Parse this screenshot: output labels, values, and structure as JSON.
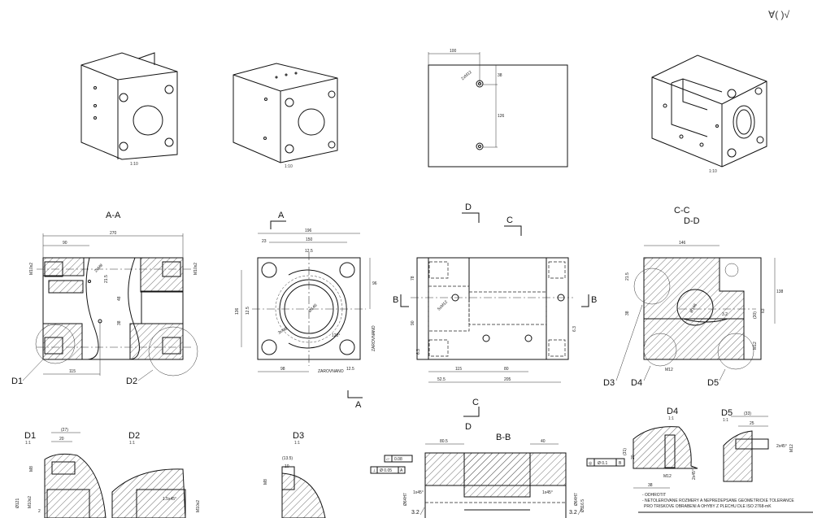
{
  "corner_symbol": "∀( )√",
  "iso_views": [
    {
      "scale": "1:10"
    },
    {
      "scale": "1:10"
    },
    {
      "scale": "1:10"
    }
  ],
  "top_view": {
    "dims": [
      "100",
      "38",
      "126"
    ],
    "hole_label": "2xM12"
  },
  "section_aa": {
    "title": "A-A",
    "dims": [
      "270",
      "90",
      "115",
      "M10x2",
      "M10x2",
      "21.5",
      "48",
      "38",
      "2xM8"
    ],
    "details": [
      "D1",
      "D2"
    ]
  },
  "front_view": {
    "marker": "A",
    "dims": [
      "196",
      "150",
      "23",
      "96",
      "136",
      "98",
      "Ø146",
      "120°",
      "12.5",
      "12.5",
      "12.5",
      "3xM8"
    ],
    "notes": [
      "ZAROVNANO",
      "ZAROVNANO"
    ]
  },
  "side_view": {
    "markers": {
      "d": "D",
      "c": "C",
      "b_left": "B",
      "b_right": "B",
      "c_bottom": "C",
      "d_bottom": "D",
      "a_bottom": "A"
    },
    "dims": [
      "115",
      "80",
      "52.5",
      "205",
      "78",
      "90",
      "6.3",
      "6.3",
      "5xM12"
    ]
  },
  "section_cc": {
    "title": "C-C",
    "subtitle": "D-D",
    "dims": [
      "146",
      "21.5",
      "38",
      "138",
      "63",
      "(30)",
      "3.2",
      "M12",
      "M12",
      "Ø146"
    ],
    "details": [
      "D3",
      "D4",
      "D5"
    ]
  },
  "details": [
    {
      "name": "D1",
      "scale": "1:1",
      "dims": [
        "(27)",
        "20",
        "M8",
        "Ø121",
        "M10x2",
        "2"
      ]
    },
    {
      "name": "D2",
      "scale": "1:1",
      "dims": [
        "1.5x45°",
        "M10x2"
      ]
    },
    {
      "name": "D3",
      "scale": "1:1",
      "dims": [
        "(13.5)",
        "10",
        "M8"
      ]
    },
    {
      "name": "D4",
      "scale": "1:1",
      "dims": [
        "(31)",
        "20",
        "M12",
        "38",
        "2x45°"
      ]
    },
    {
      "name": "D5",
      "scale": "1:1",
      "dims": [
        "(33)",
        "25",
        "2x45°",
        "M12"
      ]
    }
  ],
  "section_bb": {
    "title": "B-B",
    "dims": [
      "80.5",
      "40",
      "1x45°",
      "1x45°",
      "Ø64H7",
      "Ø64H7",
      "Ø116.5",
      "3.2",
      "3.2"
    ],
    "tolerances": [
      {
        "sym": "▱",
        "val": "0.08"
      },
      {
        "sym": "⊥",
        "val": "Ø 0.05",
        "ref": "A"
      },
      {
        "sym": "◎",
        "val": "Ø 0.1",
        "ref": "B"
      }
    ]
  },
  "notes": [
    "- ODHROTIT",
    "- NETOLEROVANE ROZMERY A NEPREDEPSANE GEOMETRICKE TOLERANCE",
    "PRO TRISKOVE OBRABENI A OHYBY Z PLECHU DLE ISO 2768-mK"
  ]
}
